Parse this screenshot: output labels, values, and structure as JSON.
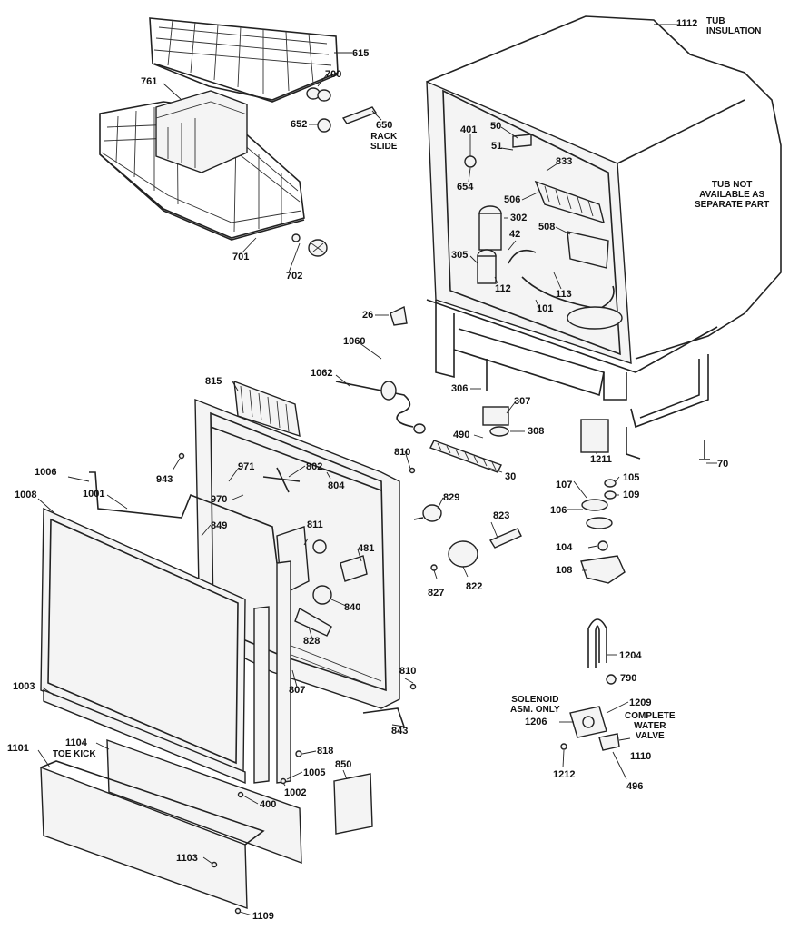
{
  "diagram": {
    "parts": [
      {
        "id": "p615",
        "ref": "615"
      },
      {
        "id": "p700",
        "ref": "700"
      },
      {
        "id": "p761",
        "ref": "761"
      },
      {
        "id": "p652",
        "ref": "652"
      },
      {
        "id": "p650",
        "ref": "650"
      },
      {
        "id": "p701",
        "ref": "701"
      },
      {
        "id": "p702",
        "ref": "702"
      },
      {
        "id": "p1112",
        "ref": "1112"
      },
      {
        "id": "p401",
        "ref": "401"
      },
      {
        "id": "p50",
        "ref": "50"
      },
      {
        "id": "p51",
        "ref": "51"
      },
      {
        "id": "p833",
        "ref": "833"
      },
      {
        "id": "p654",
        "ref": "654"
      },
      {
        "id": "p506",
        "ref": "506"
      },
      {
        "id": "p302",
        "ref": "302"
      },
      {
        "id": "p508",
        "ref": "508"
      },
      {
        "id": "p42",
        "ref": "42"
      },
      {
        "id": "p305",
        "ref": "305"
      },
      {
        "id": "p112",
        "ref": "112"
      },
      {
        "id": "p113",
        "ref": "113"
      },
      {
        "id": "p101",
        "ref": "101"
      },
      {
        "id": "p26",
        "ref": "26"
      },
      {
        "id": "p1060",
        "ref": "1060"
      },
      {
        "id": "p1062",
        "ref": "1062"
      },
      {
        "id": "p306",
        "ref": "306"
      },
      {
        "id": "p307",
        "ref": "307"
      },
      {
        "id": "p308",
        "ref": "308"
      },
      {
        "id": "p490",
        "ref": "490"
      },
      {
        "id": "p1211",
        "ref": "1211"
      },
      {
        "id": "p70",
        "ref": "70"
      },
      {
        "id": "p815",
        "ref": "815"
      },
      {
        "id": "p810a",
        "ref": "810"
      },
      {
        "id": "p30",
        "ref": "30"
      },
      {
        "id": "p943",
        "ref": "943"
      },
      {
        "id": "p971",
        "ref": "971"
      },
      {
        "id": "p802",
        "ref": "802"
      },
      {
        "id": "p804",
        "ref": "804"
      },
      {
        "id": "p1006",
        "ref": "1006"
      },
      {
        "id": "p1001",
        "ref": "1001"
      },
      {
        "id": "p970",
        "ref": "970"
      },
      {
        "id": "p1008",
        "ref": "1008"
      },
      {
        "id": "p849",
        "ref": "849"
      },
      {
        "id": "p829",
        "ref": "829"
      },
      {
        "id": "p107",
        "ref": "107"
      },
      {
        "id": "p105",
        "ref": "105"
      },
      {
        "id": "p109",
        "ref": "109"
      },
      {
        "id": "p106",
        "ref": "106"
      },
      {
        "id": "p811",
        "ref": "811"
      },
      {
        "id": "p481",
        "ref": "481"
      },
      {
        "id": "p823",
        "ref": "823"
      },
      {
        "id": "p104",
        "ref": "104"
      },
      {
        "id": "p108",
        "ref": "108"
      },
      {
        "id": "p827",
        "ref": "827"
      },
      {
        "id": "p822",
        "ref": "822"
      },
      {
        "id": "p840",
        "ref": "840"
      },
      {
        "id": "p828",
        "ref": "828"
      },
      {
        "id": "p1204",
        "ref": "1204"
      },
      {
        "id": "p807",
        "ref": "807"
      },
      {
        "id": "p810b",
        "ref": "810"
      },
      {
        "id": "p790",
        "ref": "790"
      },
      {
        "id": "p1003",
        "ref": "1003"
      },
      {
        "id": "p1209",
        "ref": "1209"
      },
      {
        "id": "p1206",
        "ref": "1206"
      },
      {
        "id": "p843",
        "ref": "843"
      },
      {
        "id": "p1110",
        "ref": "1110"
      },
      {
        "id": "p1104",
        "ref": "1104"
      },
      {
        "id": "p818",
        "ref": "818"
      },
      {
        "id": "p1101",
        "ref": "1101"
      },
      {
        "id": "p850",
        "ref": "850"
      },
      {
        "id": "p1005",
        "ref": "1005"
      },
      {
        "id": "p1212",
        "ref": "1212"
      },
      {
        "id": "p1002",
        "ref": "1002"
      },
      {
        "id": "p496",
        "ref": "496"
      },
      {
        "id": "p400",
        "ref": "400"
      },
      {
        "id": "p1103",
        "ref": "1103"
      },
      {
        "id": "p1109",
        "ref": "1109"
      }
    ],
    "notes": {
      "rack_slide": [
        "RACK",
        "SLIDE"
      ],
      "tub_insulation": [
        "TUB",
        "INSULATION"
      ],
      "tub_not_available": [
        "TUB NOT",
        "AVAILABLE AS",
        "SEPARATE PART"
      ],
      "toe_kick": [
        "TOE KICK"
      ],
      "solenoid": [
        "SOLENOID",
        "ASM. ONLY"
      ],
      "complete_valve": [
        "COMPLETE",
        "WATER",
        "VALVE"
      ]
    }
  }
}
